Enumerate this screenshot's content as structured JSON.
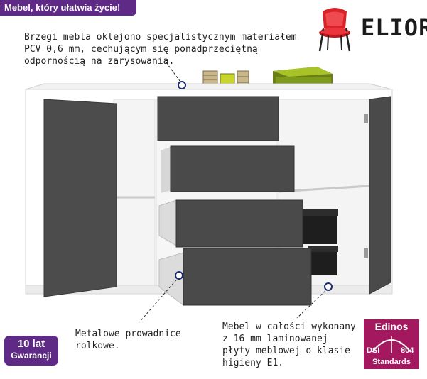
{
  "header": {
    "tagline": "Mebel, który ułatwia życie!"
  },
  "brand": {
    "name": "ELIOR",
    "logo_icon": "chair-icon"
  },
  "notes": {
    "edges": "Brzegi mebla oklejono specjalistycznym materiałem\nPCV 0,6 mm, cechującym się ponadprzeciętną\nodpornością na zarysowania.",
    "slides": "Metalowe prowadnice\nrolkowe.",
    "material": "Mebel w całości wykonany\nz 16 mm laminowanej\npłyty meblowej o klasie\nhigieny E1."
  },
  "warranty_badge": {
    "years": "10 lat",
    "label": "Gwarancji"
  },
  "certification_badge": {
    "name": "Edinos",
    "dsi": "DSI",
    "number": "804",
    "standards": "Standards"
  },
  "colors": {
    "accent_purple": "#5e2a86",
    "cert_magenta": "#a3185f",
    "front_graphite": "#4a4a4a",
    "body_white": "#ffffff"
  }
}
